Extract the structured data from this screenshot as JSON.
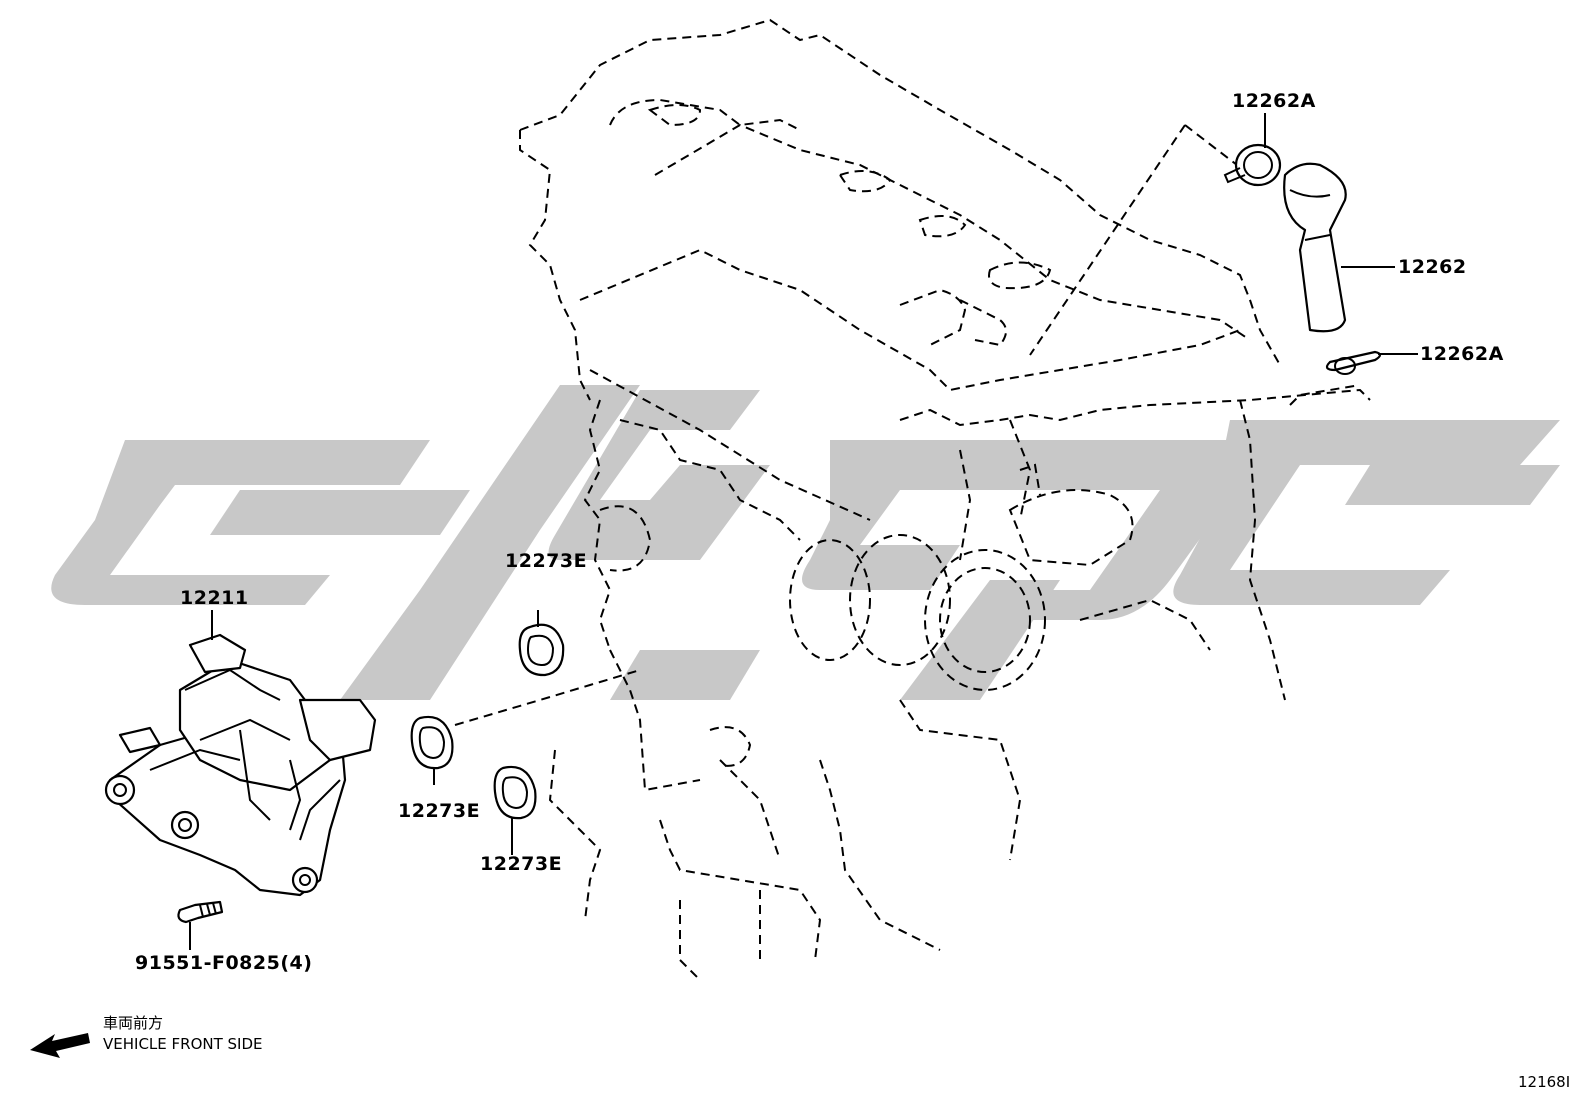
{
  "watermark": {
    "color": "#c8c8c8",
    "icon": "brand-logo-watermark"
  },
  "labels": {
    "clip_top": "12262A",
    "hose": "12262",
    "clip_bottom": "12262A",
    "gasket_upper": "12273E",
    "valve": "12211",
    "gasket_left": "12273E",
    "gasket_right": "12273E",
    "bolt": "91551-F0825(4)"
  },
  "direction_note": {
    "text_jp": "車両前方",
    "text_en": "VEHICLE FRONT SIDE",
    "icon": "arrow-left-icon"
  },
  "figure_id": "12168I"
}
